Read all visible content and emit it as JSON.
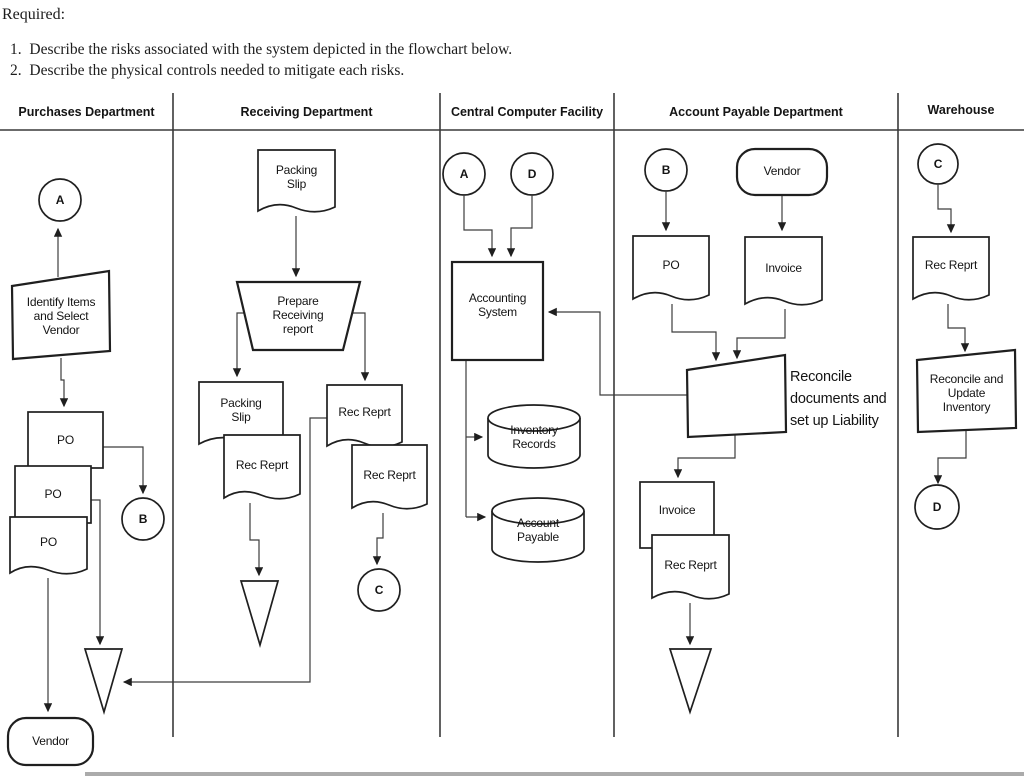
{
  "instructions": {
    "heading": "Required:",
    "item1": "1.  Describe the risks associated with the system depicted in the flowchart below.",
    "item2": "2.  Describe the physical controls needed to mitigate each risks."
  },
  "lanes": {
    "purchases": "Purchases Department",
    "receiving": "Receiving Department",
    "central": "Central Computer Facility",
    "payable": "Account Payable Department",
    "warehouse": "Warehouse"
  },
  "purchases": {
    "connector_a": "A",
    "identify": "Identify Items\nand Select\nVendor",
    "po1": "PO",
    "po2": "PO",
    "po3": "PO",
    "connector_b": "B",
    "vendor": "Vendor"
  },
  "receiving": {
    "packing_slip": "Packing\nSlip",
    "prepare": "Prepare\nReceiving\nreport",
    "packing_slip2": "Packing\nSlip",
    "rec_left": "Rec Reprt",
    "rec_r1": "Rec Reprt",
    "rec_r2": "Rec Reprt",
    "connector_c": "C"
  },
  "central": {
    "connector_a": "A",
    "connector_d": "D",
    "accounting": "Accounting\nSystem",
    "inventory_db": "Inventory\nRecords",
    "payable_db": "Account\nPayable"
  },
  "payable": {
    "connector_b": "B",
    "vendor": "Vendor",
    "po": "PO",
    "invoice": "Invoice",
    "reconcile_note": "Reconcile\ndocuments and\nset up Liability",
    "invoice2": "Invoice",
    "rec": "Rec Reprt"
  },
  "warehouse": {
    "connector_c": "C",
    "rec": "Rec Reprt",
    "reconcile": "Reconcile and\nUpdate\nInventory",
    "connector_d": "D"
  }
}
